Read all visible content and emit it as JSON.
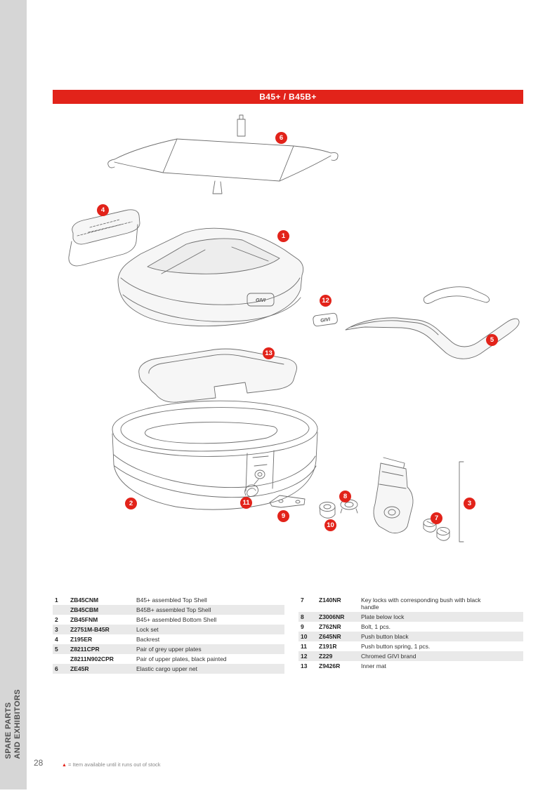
{
  "header": {
    "title": "B45+ / B45B+"
  },
  "sidebar": {
    "label_line1": "SPARE PARTS",
    "label_line2": "AND EXHIBITORS"
  },
  "footer": {
    "page_number": "28",
    "footnote_symbol": "▲",
    "footnote_text": "= Item available until it runs out of stock"
  },
  "colors": {
    "accent": "#e2231a",
    "row_shade": "#e9e9e9"
  },
  "diagram": {
    "shell_logo_text": "GIVI",
    "badge_text": "GIVI",
    "callouts": [
      "1",
      "2",
      "3",
      "4",
      "5",
      "6",
      "7",
      "8",
      "9",
      "10",
      "11",
      "12",
      "13"
    ]
  },
  "tables": {
    "left": [
      {
        "num": "1",
        "code": "ZB45CNM",
        "desc": "B45+ assembled Top Shell"
      },
      {
        "num": "",
        "code": "ZB45CBM",
        "desc": "B45B+ assembled Top Shell"
      },
      {
        "num": "2",
        "code": "ZB45FNM",
        "desc": "B45+ assembled Bottom Shell"
      },
      {
        "num": "3",
        "code": "Z2751M-B45R",
        "desc": "Lock set"
      },
      {
        "num": "4",
        "code": "Z195ER",
        "desc": "Backrest"
      },
      {
        "num": "5",
        "code": "Z8211CPR",
        "desc": "Pair of grey upper plates"
      },
      {
        "num": "",
        "code": "Z8211N902CPR",
        "desc": "Pair of upper plates, black painted"
      },
      {
        "num": "6",
        "code": "ZE45R",
        "desc": "Elastic cargo upper net"
      }
    ],
    "right": [
      {
        "num": "7",
        "code": "Z140NR",
        "desc": "Key locks with corresponding bush with black handle"
      },
      {
        "num": "8",
        "code": "Z3006NR",
        "desc": "Plate below lock"
      },
      {
        "num": "9",
        "code": "Z762NR",
        "desc": "Bolt, 1 pcs."
      },
      {
        "num": "10",
        "code": "Z645NR",
        "desc": "Push button black"
      },
      {
        "num": "11",
        "code": "Z191R",
        "desc": "Push button spring, 1 pcs."
      },
      {
        "num": "12",
        "code": "Z229",
        "desc": "Chromed GIVI brand"
      },
      {
        "num": "13",
        "code": "Z9426R",
        "desc": "Inner mat"
      }
    ]
  }
}
